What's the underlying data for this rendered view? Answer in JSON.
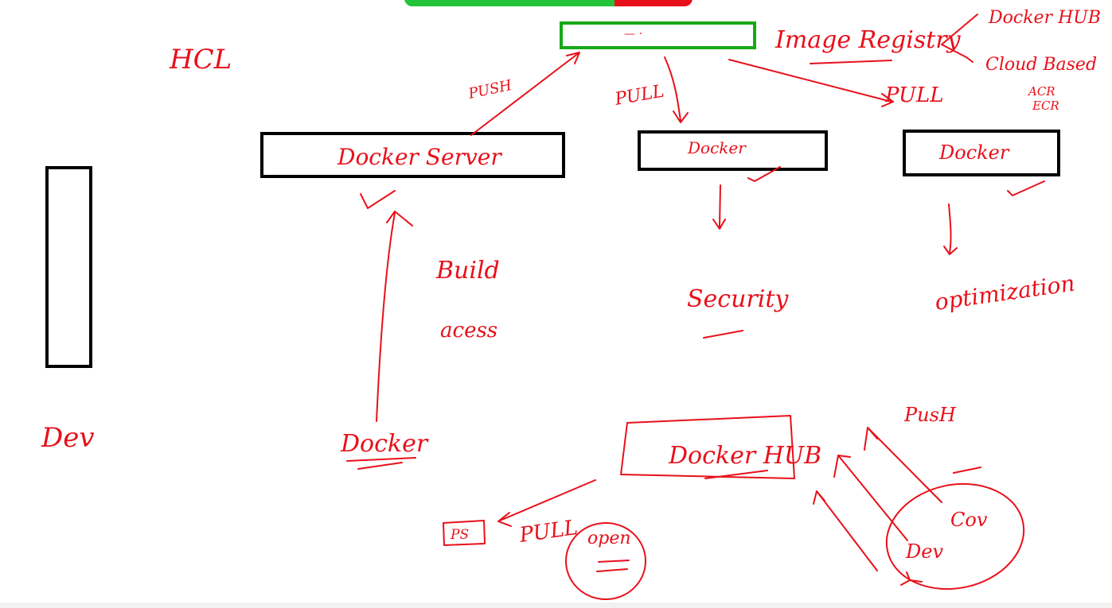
{
  "colors": {
    "ink": "#e8101a",
    "box": "#000000",
    "registry_box": "#18a818",
    "share_bar_green": "#23c43a",
    "share_bar_red": "#e8101a"
  },
  "labels": {
    "hcl": "HCL",
    "dev": "Dev",
    "registry_box_mark": "— ·",
    "image_registry": "Image Registry",
    "docker_hub_top": "Docker HUB",
    "cloud_based": "Cloud Based",
    "acr": "ACR",
    "ecr": "ECR",
    "push_1": "PUSH",
    "pull_1": "PULL",
    "pull_2": "PULL",
    "docker_server": "Docker Server",
    "docker_mid": "Docker",
    "docker_right": "Docker",
    "build": "Build",
    "access": "acess",
    "security": "Security",
    "optimization": "optimization",
    "docker_bottom": "Docker",
    "docker_hub_bottom": "Docker HUB",
    "push_2": "PusH",
    "ps": "PS",
    "pull_3": "PULL",
    "open": "open",
    "cov": "Cov",
    "dev_2": "Dev"
  }
}
